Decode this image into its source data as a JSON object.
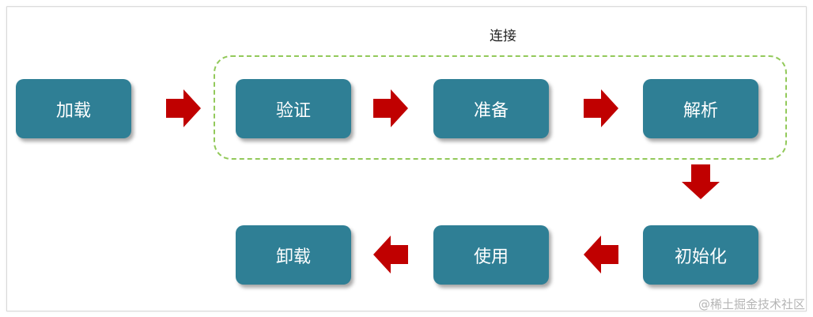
{
  "group": {
    "label": "连接"
  },
  "nodes": {
    "load": "加载",
    "verify": "验证",
    "prepare": "准备",
    "resolve": "解析",
    "init": "初始化",
    "use": "使用",
    "unload": "卸载"
  },
  "watermark": "@稀土掘金技术社区",
  "colors": {
    "node": "#2f7f95",
    "arrow": "#c00000",
    "group_border": "#92c95a"
  }
}
